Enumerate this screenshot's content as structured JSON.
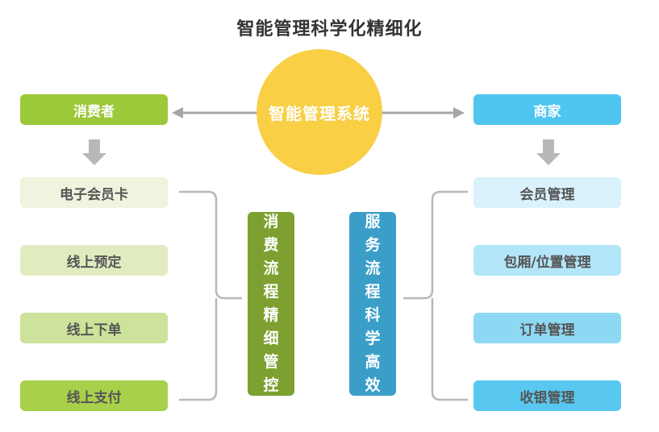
{
  "title": "智能管理科学化精细化",
  "center": {
    "label": "智能管理系统",
    "color": "#f8cf45"
  },
  "consumer": {
    "header": "消费者",
    "header_color": "#9cc93a",
    "items": [
      {
        "label": "电子会员卡",
        "color": "#eef4dd",
        "text_color": "#555555"
      },
      {
        "label": "线上预定",
        "color": "#e0ecc0",
        "text_color": "#555555"
      },
      {
        "label": "线上下单",
        "color": "#cde29a",
        "text_color": "#555555"
      },
      {
        "label": "线上支付",
        "color": "#a8d04a",
        "text_color": "#555555"
      }
    ],
    "summary": {
      "label": "消费流程精细管控",
      "color": "#7da030"
    }
  },
  "merchant": {
    "header": "商家",
    "header_color": "#4fc6ef",
    "items": [
      {
        "label": "会员管理",
        "color": "#d9f2fb",
        "text_color": "#555555"
      },
      {
        "label": "包厢/位置管理",
        "color": "#b3e6f8",
        "text_color": "#555555"
      },
      {
        "label": "订单管理",
        "color": "#8dd9f4",
        "text_color": "#555555"
      },
      {
        "label": "收银管理",
        "color": "#58c8f0",
        "text_color": "#555555"
      }
    ],
    "summary": {
      "label": "服务流程科学高效",
      "color": "#3a9ec9"
    }
  },
  "connector_color": "#a6a6a6",
  "arrow_color": "#b8b8b8"
}
